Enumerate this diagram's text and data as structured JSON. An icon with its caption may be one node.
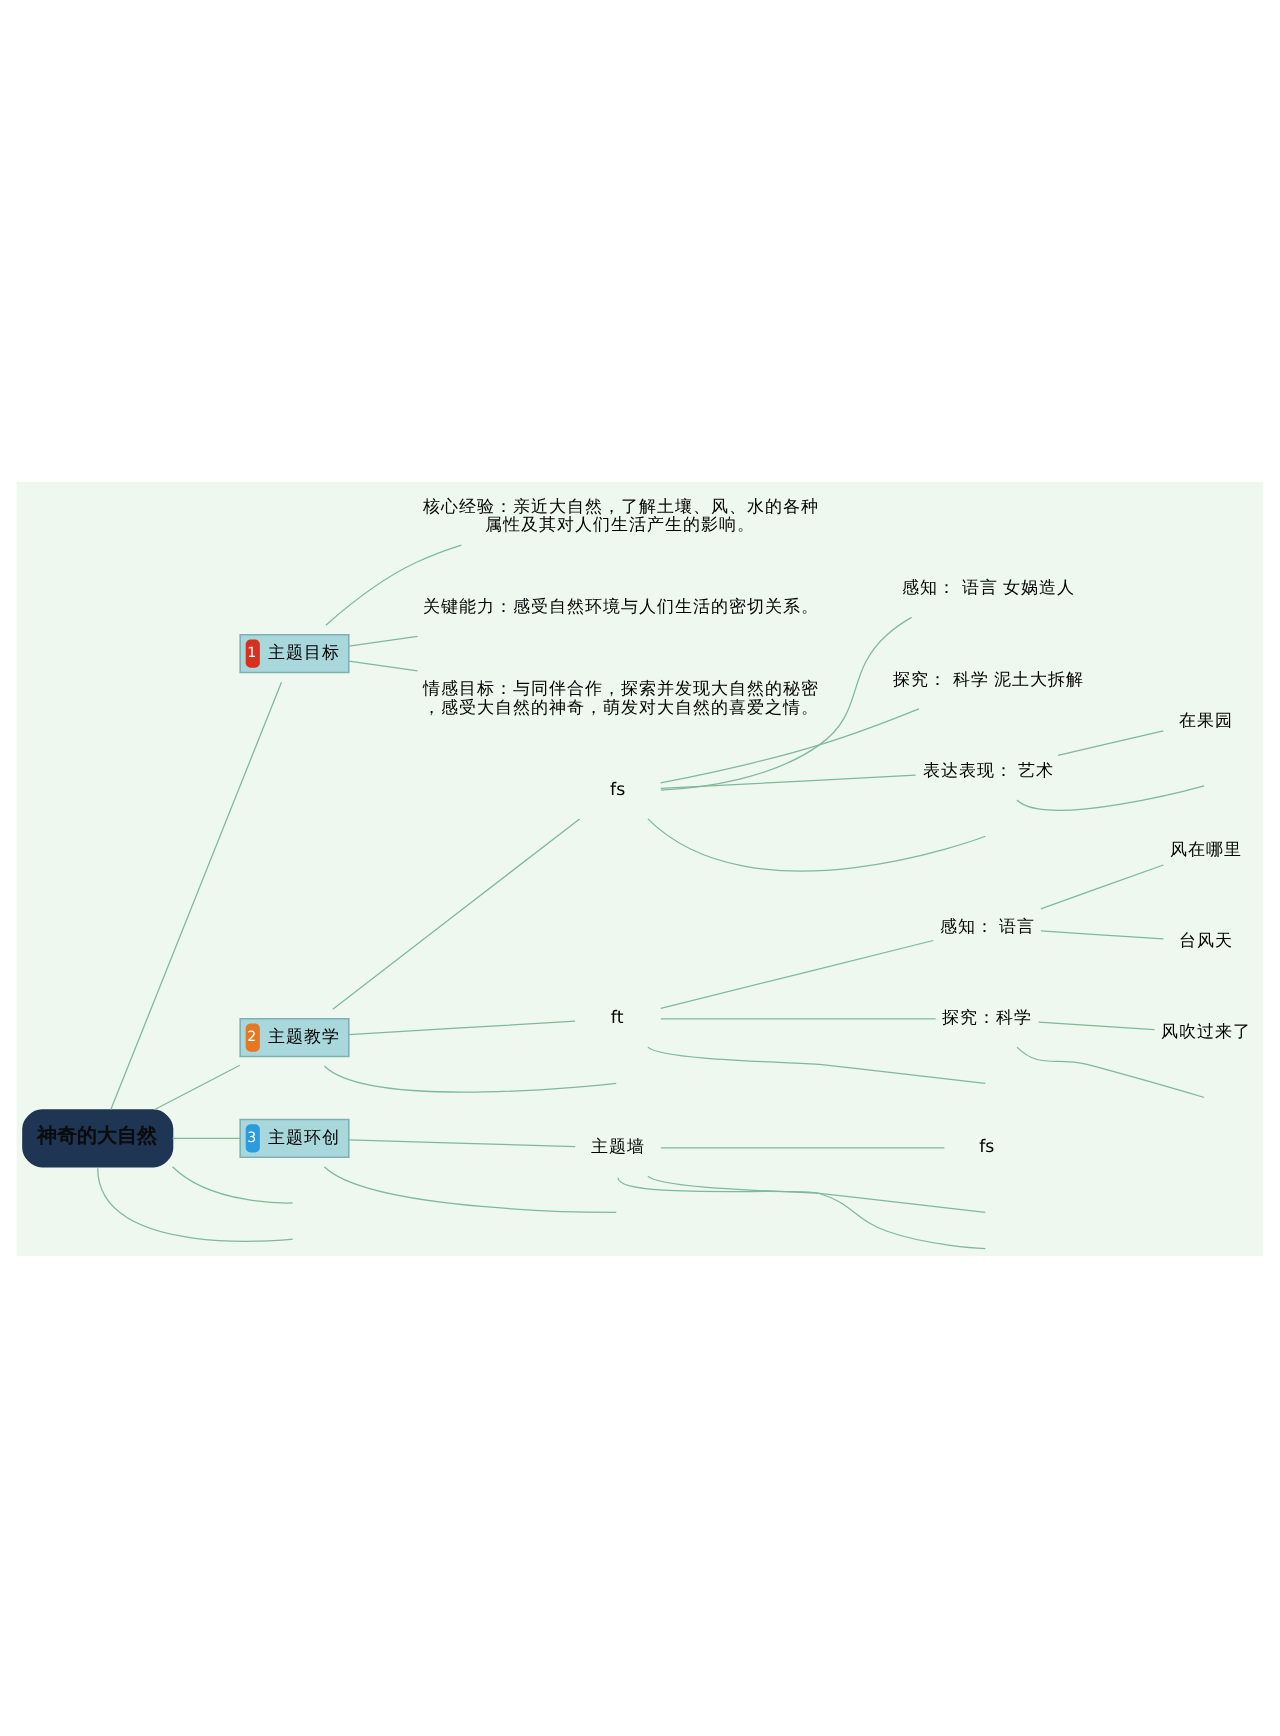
{
  "diagram": {
    "nodes": [
      {
        "text": [
          "神奇的大自然"
        ]
      },
      {
        "text": [
          "1",
          "主题目标"
        ]
      },
      {
        "text": [
          "核心经验：亲近大自然，了解土壤、风、水的各种属性及其对人们生活产生的影响。"
        ]
      },
      {
        "text": [
          "关键能力：感受自然环境与人们生活的密切关系。"
        ]
      },
      {
        "text": [
          "情感目标：与同伴合作，探索并发现大自然的秘密，感受大自然的神奇，萌发对大自然的喜爱之情。"
        ]
      },
      {
        "text": [
          "2",
          "主题教学"
        ]
      },
      {
        "text": [
          "fs"
        ]
      },
      {
        "text": [
          "感知： 语言 女娲造人"
        ]
      },
      {
        "text": [
          "探究： 科学 泥土大拆解"
        ]
      },
      {
        "text": [
          "表达表现： 艺术"
        ]
      },
      {
        "text": [
          "在果园"
        ]
      },
      {
        "text": [
          "ft"
        ]
      },
      {
        "text": [
          "感知： 语言"
        ]
      },
      {
        "text": [
          "风在哪里"
        ]
      },
      {
        "text": [
          "台风天"
        ]
      },
      {
        "text": [
          "探究：科学"
        ]
      },
      {
        "text": [
          "风吹过来了"
        ]
      },
      {
        "text": [
          "3",
          "主题环创"
        ]
      },
      {
        "text": [
          "主题墙"
        ]
      },
      {
        "text": [
          "fs"
        ]
      }
    ],
    "edges": [
      {
        "from": 0,
        "to": 1,
        "arrow": "none"
      },
      {
        "from": 1,
        "to": 2,
        "arrow": "none"
      },
      {
        "from": 1,
        "to": 3,
        "arrow": "none"
      },
      {
        "from": 1,
        "to": 4,
        "arrow": "none"
      },
      {
        "from": 0,
        "to": 5,
        "arrow": "none"
      },
      {
        "from": 5,
        "to": 6,
        "arrow": "none"
      },
      {
        "from": 6,
        "to": 7,
        "arrow": "none"
      },
      {
        "from": 6,
        "to": 8,
        "arrow": "none"
      },
      {
        "from": 6,
        "to": 9,
        "arrow": "none"
      },
      {
        "from": 9,
        "to": 10,
        "arrow": "none"
      },
      {
        "from": 9,
        "to": null,
        "arrow": "none"
      },
      {
        "from": 6,
        "to": null,
        "arrow": "none"
      },
      {
        "from": 5,
        "to": 11,
        "arrow": "none"
      },
      {
        "from": 11,
        "to": 12,
        "arrow": "none"
      },
      {
        "from": 12,
        "to": 13,
        "arrow": "none"
      },
      {
        "from": 12,
        "to": 14,
        "arrow": "none"
      },
      {
        "from": 11,
        "to": 15,
        "arrow": "none"
      },
      {
        "from": 15,
        "to": 16,
        "arrow": "none"
      },
      {
        "from": 15,
        "to": null,
        "arrow": "none"
      },
      {
        "from": 11,
        "to": null,
        "arrow": "none"
      },
      {
        "from": 5,
        "to": null,
        "arrow": "none"
      },
      {
        "from": 0,
        "to": 17,
        "arrow": "none"
      },
      {
        "from": 17,
        "to": 18,
        "arrow": "none"
      },
      {
        "from": 18,
        "to": 19,
        "arrow": "none"
      },
      {
        "from": 18,
        "to": null,
        "arrow": "none"
      },
      {
        "from": 18,
        "to": null,
        "arrow": "none"
      },
      {
        "from": 17,
        "to": null,
        "arrow": "none"
      },
      {
        "from": 0,
        "to": null,
        "arrow": "none"
      },
      {
        "from": 0,
        "to": null,
        "arrow": "none"
      }
    ]
  }
}
